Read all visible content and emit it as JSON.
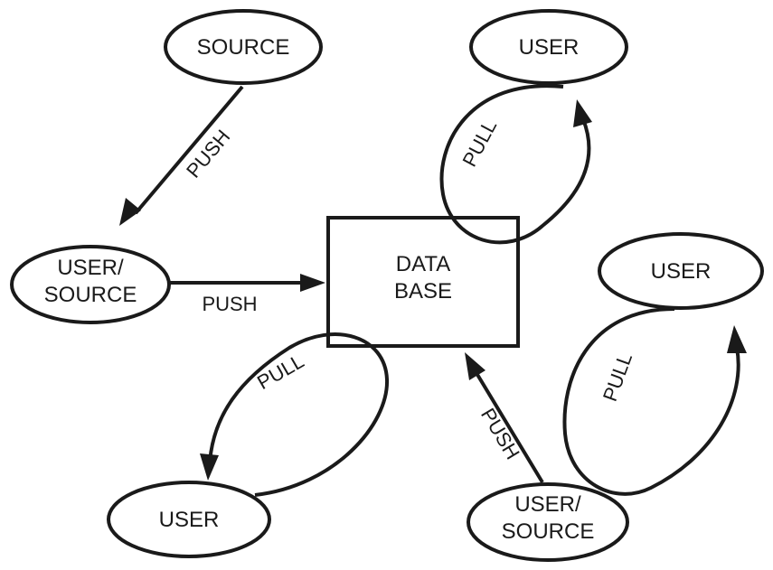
{
  "nodes": {
    "source_top": "SOURCE",
    "user_top_right": "USER",
    "user_source_left": [
      "USER/",
      "SOURCE"
    ],
    "database": [
      "DATA",
      "BASE"
    ],
    "user_right": "USER",
    "user_bottom_left": "USER",
    "user_source_bottom": [
      "USER/",
      "SOURCE"
    ]
  },
  "edges": {
    "push_source_to_user_source": "PUSH",
    "push_user_source_to_database": "PUSH",
    "pull_database_to_user_top": "PULL",
    "pull_database_to_user_bottom": "PULL",
    "push_user_source_bottom_to_database": "PUSH",
    "pull_user_source_bottom_to_user_right": "PULL"
  },
  "colors": {
    "stroke": "#1a1a1a",
    "background": "#ffffff"
  }
}
